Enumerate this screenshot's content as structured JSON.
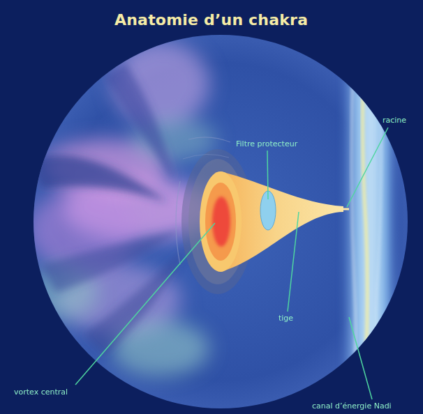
{
  "diagram": {
    "title": "Anatomie d’un chakra",
    "labels": [
      "Filtre protecteur",
      "racine",
      "tige",
      "vortex central",
      "canal d’énergie Nadi"
    ]
  }
}
